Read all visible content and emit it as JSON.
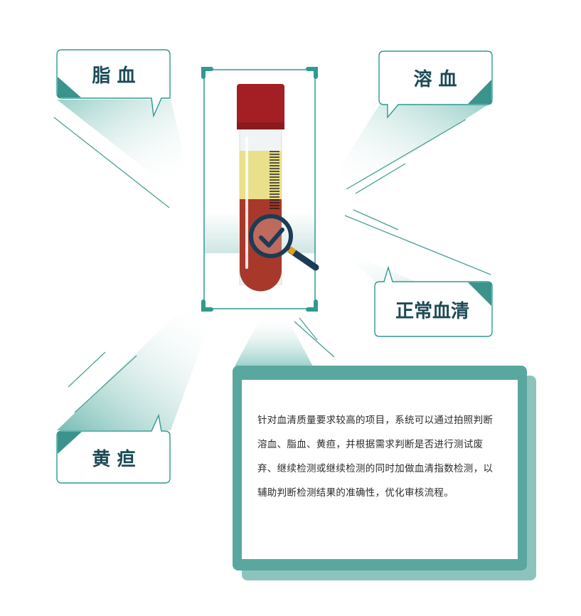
{
  "labels": {
    "lipemia": "脂 血",
    "hemolysis": "溶 血",
    "normal_serum": "正常血清",
    "jaundice": "黄 疸"
  },
  "description": "针对血清质量要求较高的项目，系统可以通过拍照判断溶血、脂血、黄疸，并根据需求判断是否进行测试废弃、继续检测或继续检测的同时加做血清指数检测，以辅助判断检测结果的准确性，优化审核流程。",
  "colors": {
    "teal": "#2e9a90",
    "teal_light": "#8fcac3",
    "cap_red": "#a31f24",
    "serum_yellow": "#e8e08a",
    "blood_red": "#a8392a",
    "magnifier_navy": "#1c3c56",
    "check_accent": "#e0a01e",
    "text_dark": "#1c4a56"
  },
  "icons": [
    "blood-tube-icon",
    "magnifier-check-icon"
  ]
}
